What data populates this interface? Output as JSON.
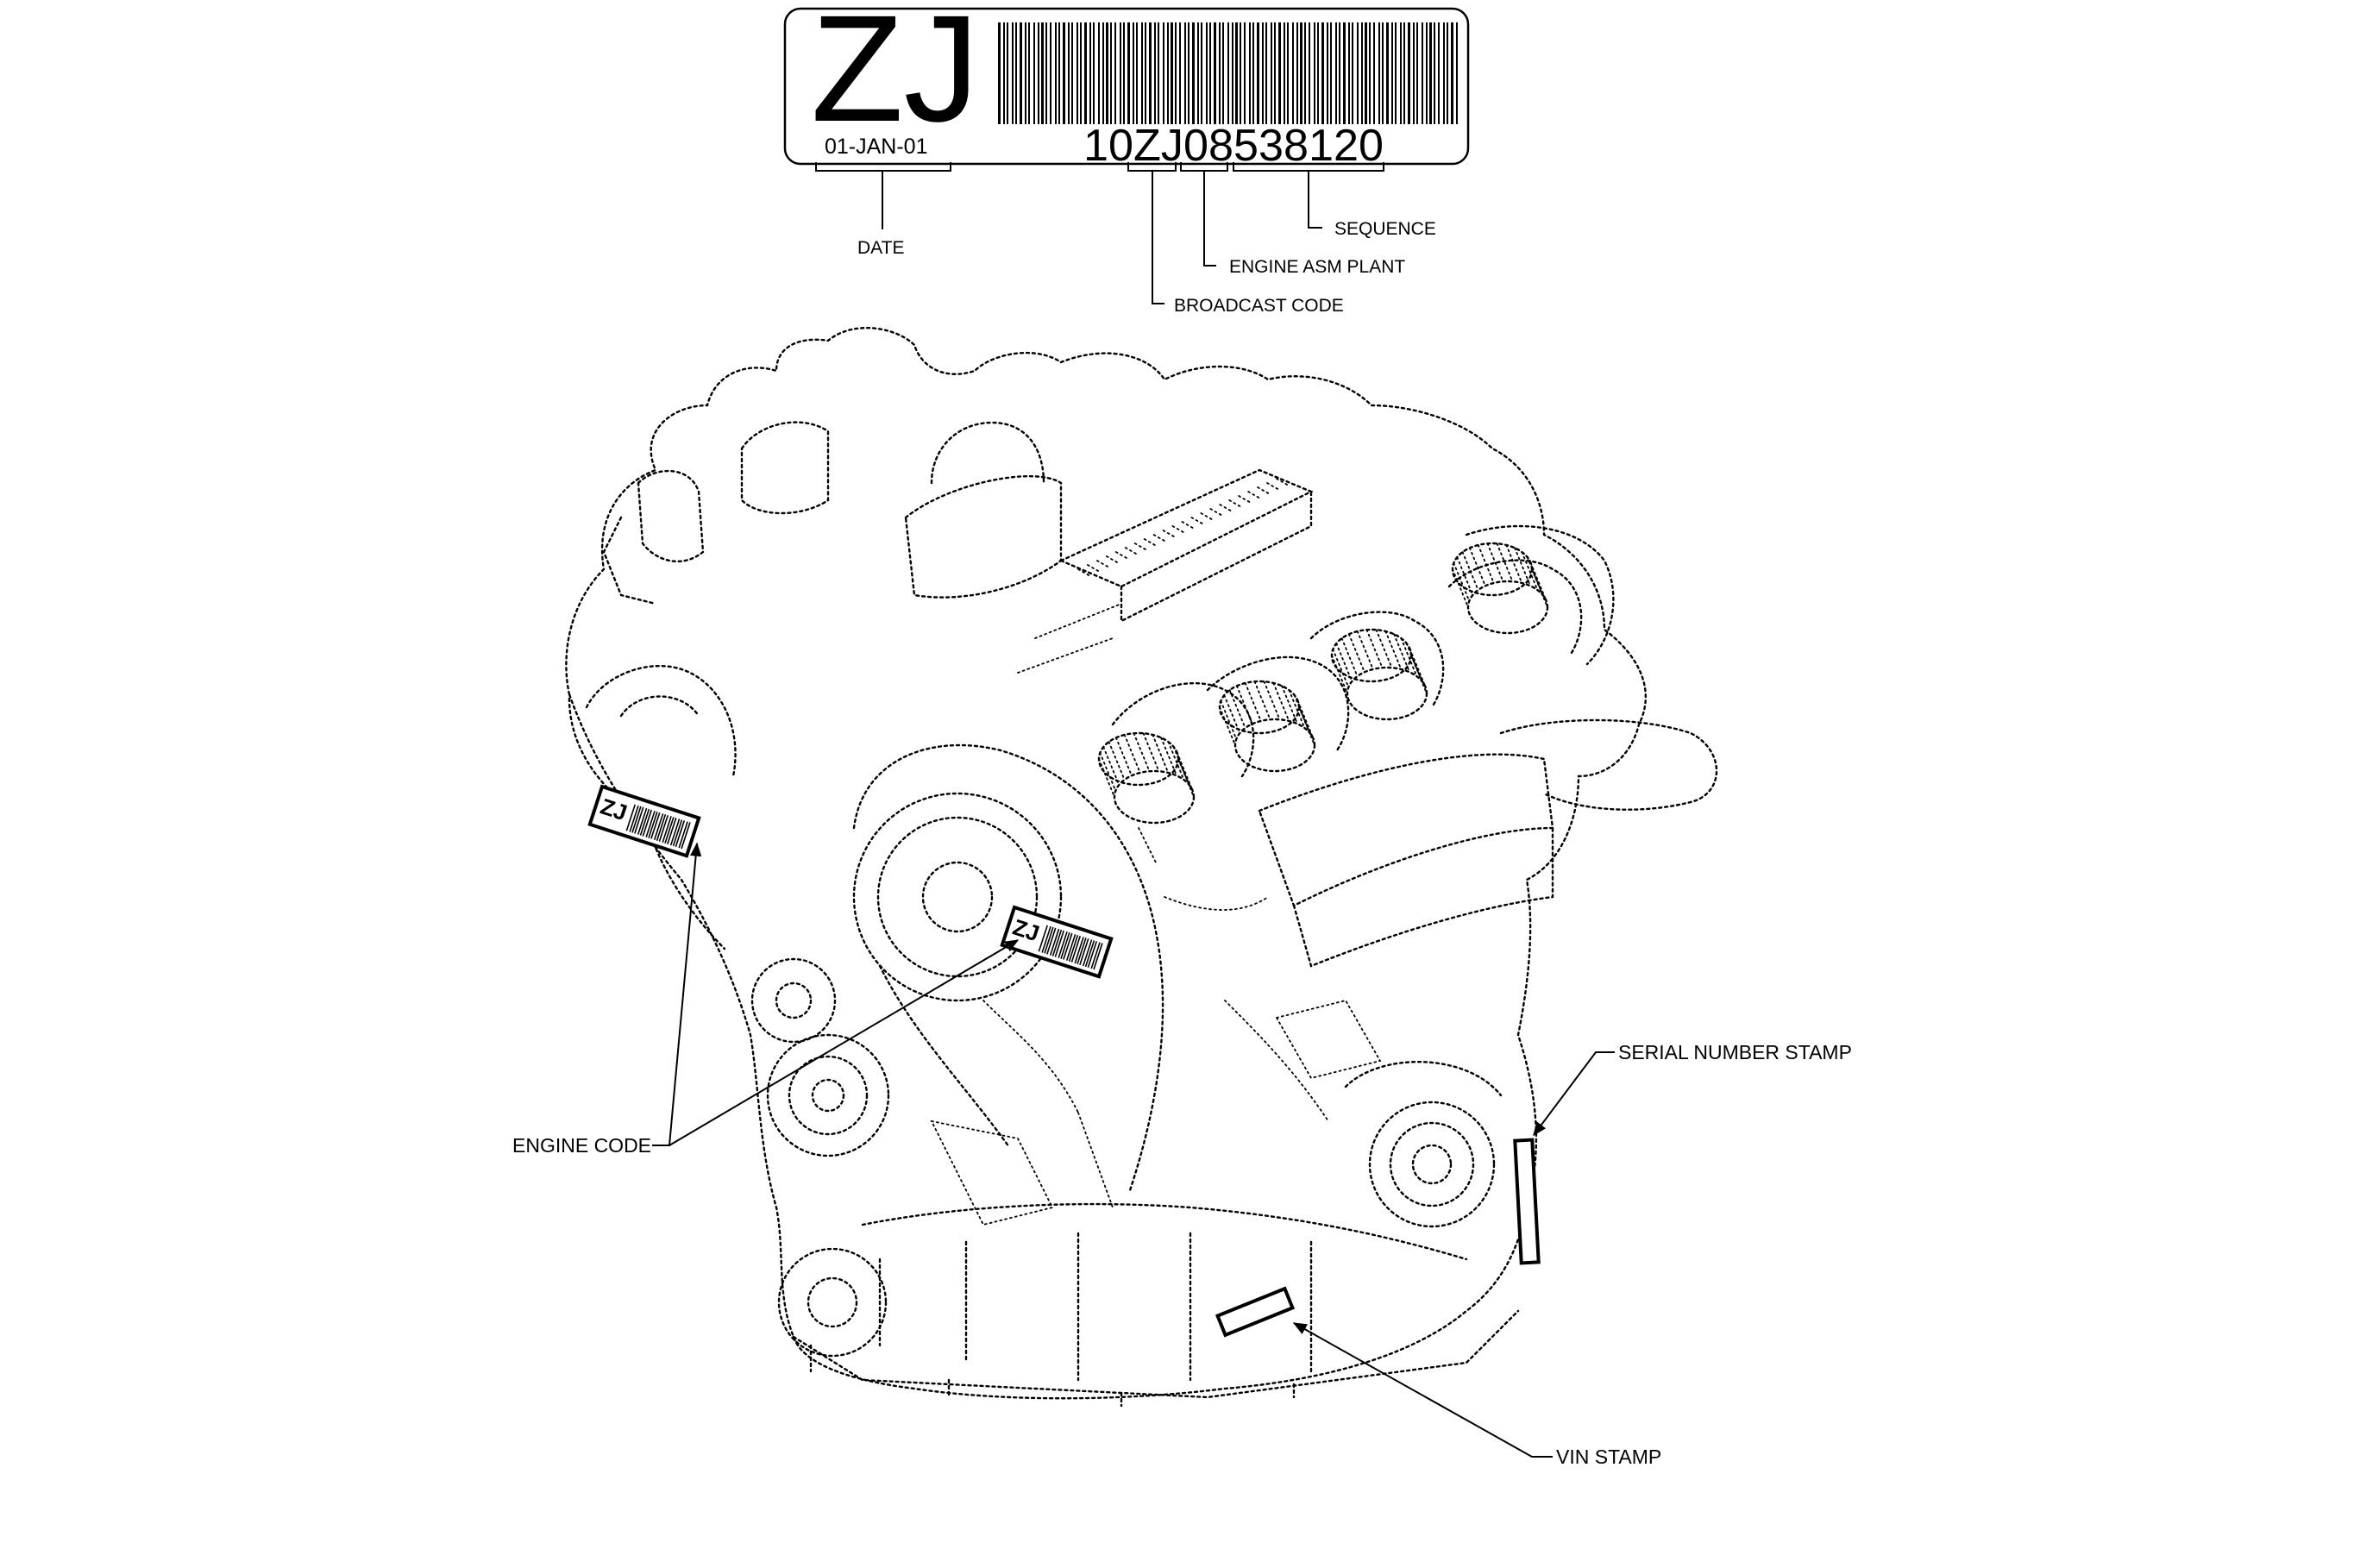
{
  "label": {
    "engine_code": "ZJ",
    "date": "01-JAN-01",
    "serial": "10ZJ08538120"
  },
  "callouts": {
    "date": "DATE",
    "sequence": "SEQUENCE",
    "engine_asm_plant": "ENGINE ASM PLANT",
    "broadcast_code": "BROADCAST CODE",
    "engine_code": "ENGINE CODE",
    "serial_number_stamp": "SERIAL NUMBER STAMP",
    "vin_stamp": "VIN STAMP"
  },
  "mini_labels": {
    "code": "ZJ"
  },
  "colors": {
    "ink": "#000000",
    "background": "#ffffff"
  }
}
